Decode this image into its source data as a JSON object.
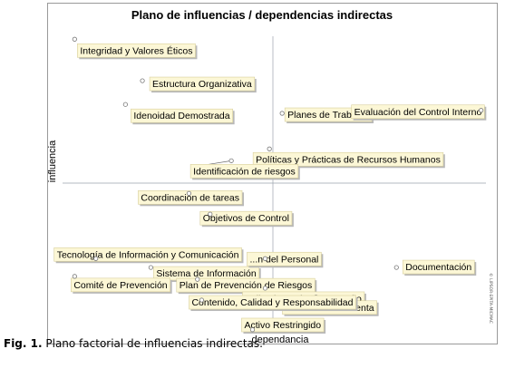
{
  "chart_data": {
    "type": "scatter",
    "title": "Plano de influencias / dependencias indirectas",
    "xlabel": "dependancia",
    "ylabel": "influencia",
    "xlim": [
      0,
      100
    ],
    "ylim": [
      0,
      100
    ],
    "grid": false,
    "quadrant_lines": {
      "x": 50,
      "y": 50
    },
    "side_note": "© LIPSOR-EPITA-MICMAC",
    "points": [
      {
        "label": "Integridad y Valores Éticos",
        "x": 2,
        "y": 99
      },
      {
        "label": "Estructura Organizativa",
        "x": 18,
        "y": 85
      },
      {
        "label": "Idenoidad Demostrada",
        "x": 14,
        "y": 77
      },
      {
        "label": "Planes de Trabajos",
        "x": 51,
        "y": 74
      },
      {
        "label": "Evaluación del Control Interno",
        "x": 98,
        "y": 75
      },
      {
        "label": "Políticas y Prácticas de Recursos Humanos",
        "x": 48,
        "y": 62
      },
      {
        "label": "Identificación de riesgos",
        "x": 39,
        "y": 58
      },
      {
        "label": "Coordinación de tareas",
        "x": 29,
        "y": 47
      },
      {
        "label": "Objetivos de Control",
        "x": 34,
        "y": 40
      },
      {
        "label": "Tecnología de Información y Comunicación",
        "x": 7,
        "y": 25
      },
      {
        "label": "Sistema de Información",
        "x": 20,
        "y": 22
      },
      {
        "label": "Comité de Prevención",
        "x": 2,
        "y": 19
      },
      {
        "label": "...n del Personal",
        "x": 47,
        "y": 25
      },
      {
        "label": "Documentación",
        "x": 78,
        "y": 22
      },
      {
        "label": "Plan de Prevención de Riesgos",
        "x": 31,
        "y": 18
      },
      {
        "label": "Indicadores de Desempeño",
        "x": 47,
        "y": 15
      },
      {
        "label": "Rendición de Cuenta",
        "x": 59,
        "y": 12
      },
      {
        "label": "Contenido, Calidad y Responsabilidad",
        "x": 32,
        "y": 11
      },
      {
        "label": "Activo Restringido",
        "x": 44,
        "y": 1
      }
    ]
  },
  "caption": {
    "figure_label": "Fig. 1.",
    "text": "Plano factorial de influencias indirectas."
  }
}
